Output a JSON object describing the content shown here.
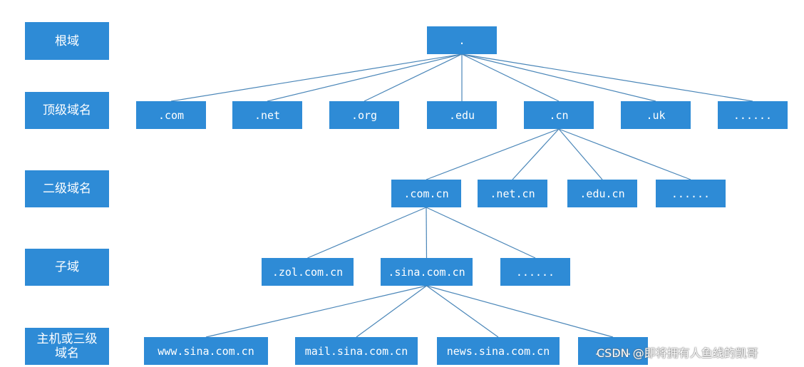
{
  "levels": [
    {
      "id": "root",
      "label": "根域"
    },
    {
      "id": "tld",
      "label": "顶级域名"
    },
    {
      "id": "sld",
      "label": "二级域名"
    },
    {
      "id": "sub",
      "label": "子域"
    },
    {
      "id": "host",
      "label": "主机或三级\n域名"
    }
  ],
  "nodes": [
    {
      "id": "root",
      "label": ".",
      "parent": null
    },
    {
      "id": "com",
      "label": ".com",
      "parent": "root"
    },
    {
      "id": "net",
      "label": ".net",
      "parent": "root"
    },
    {
      "id": "org",
      "label": ".org",
      "parent": "root"
    },
    {
      "id": "edu",
      "label": ".edu",
      "parent": "root"
    },
    {
      "id": "cn",
      "label": ".cn",
      "parent": "root"
    },
    {
      "id": "uk",
      "label": ".uk",
      "parent": "root"
    },
    {
      "id": "tld_more",
      "label": "......",
      "parent": "root"
    },
    {
      "id": "comcn",
      "label": ".com.cn",
      "parent": "cn"
    },
    {
      "id": "netcn",
      "label": ".net.cn",
      "parent": "cn"
    },
    {
      "id": "educn",
      "label": ".edu.cn",
      "parent": "cn"
    },
    {
      "id": "sld_more",
      "label": "......",
      "parent": "cn"
    },
    {
      "id": "zol",
      "label": ".zol.com.cn",
      "parent": "comcn"
    },
    {
      "id": "sina",
      "label": ".sina.com.cn",
      "parent": "comcn"
    },
    {
      "id": "sub_more",
      "label": "......",
      "parent": "comcn"
    },
    {
      "id": "www",
      "label": "www.sina.com.cn",
      "parent": "sina"
    },
    {
      "id": "mail",
      "label": "mail.sina.com.cn",
      "parent": "sina"
    },
    {
      "id": "news",
      "label": "news.sina.com.cn",
      "parent": "sina"
    },
    {
      "id": "host_more",
      "label": "......",
      "parent": "sina"
    }
  ],
  "watermark": "CSDN @即将拥有人鱼线的凯哥",
  "colors": {
    "box": "#2e8bd6",
    "line": "#4a86b8",
    "text": "#ffffff"
  }
}
